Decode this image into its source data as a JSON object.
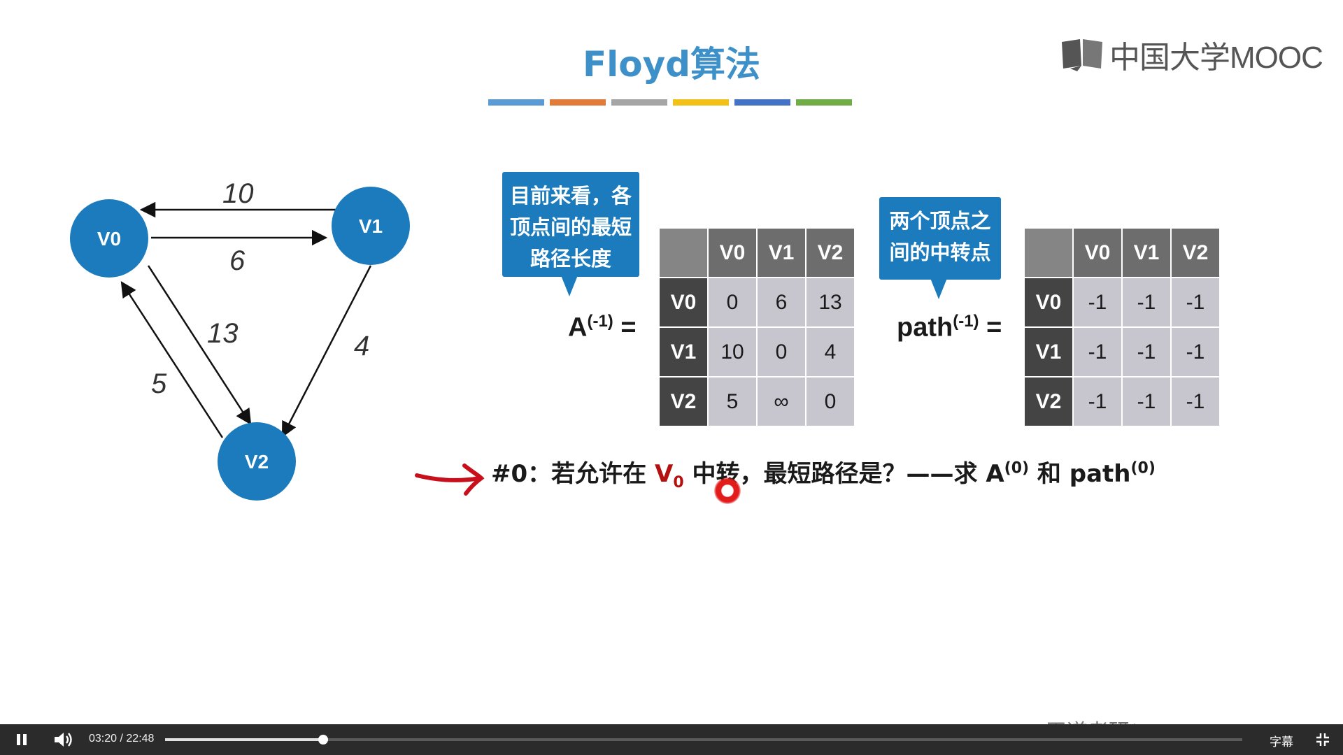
{
  "slide": {
    "title": "Floyd算法",
    "color_bar": [
      "#5b9bd5",
      "#e07b39",
      "#a5a5a5",
      "#f2c118",
      "#4472c4",
      "#70ad47"
    ],
    "logo_text": "中国大学MOOC",
    "watermark": "王道考研/CSKAOYAN.COM"
  },
  "graph": {
    "nodes": [
      {
        "id": "V0",
        "label": "V0"
      },
      {
        "id": "V1",
        "label": "V1"
      },
      {
        "id": "V2",
        "label": "V2"
      }
    ],
    "edges": [
      {
        "from": "V1",
        "to": "V0",
        "weight": "10"
      },
      {
        "from": "V0",
        "to": "V1",
        "weight": "6"
      },
      {
        "from": "V0",
        "to": "V2",
        "weight": "13"
      },
      {
        "from": "V1",
        "to": "V2",
        "weight": "4"
      },
      {
        "from": "V2",
        "to": "V0",
        "weight": "5"
      }
    ],
    "node_color": "#1b7bbd"
  },
  "callout_left": {
    "text": "目前来看，各顶点间的最短路径长度"
  },
  "callout_right": {
    "text": "两个顶点之间的中转点"
  },
  "matrix_a": {
    "label_base": "A",
    "label_sup": "(-1)",
    "equals": "=",
    "col_headers": [
      "V0",
      "V1",
      "V2"
    ],
    "rows": [
      {
        "header": "V0",
        "cells": [
          "0",
          "6",
          "13"
        ]
      },
      {
        "header": "V1",
        "cells": [
          "10",
          "0",
          "4"
        ]
      },
      {
        "header": "V2",
        "cells": [
          "5",
          "∞",
          "0"
        ]
      }
    ]
  },
  "matrix_path": {
    "label_base": "path",
    "label_sup": "(-1)",
    "equals": "=",
    "col_headers": [
      "V0",
      "V1",
      "V2"
    ],
    "rows": [
      {
        "header": "V0",
        "cells": [
          "-1",
          "-1",
          "-1"
        ]
      },
      {
        "header": "V1",
        "cells": [
          "-1",
          "-1",
          "-1"
        ]
      },
      {
        "header": "V2",
        "cells": [
          "-1",
          "-1",
          "-1"
        ]
      }
    ]
  },
  "question": {
    "prefix": "#0：若允许在 ",
    "v_base": "V",
    "v_sub": "0",
    "middle": " 中转，最短路径是？——求 ",
    "a_base": "A",
    "a_sup": "(0)",
    "and": " 和 ",
    "path_base": "path",
    "path_sup": "(0)"
  },
  "player": {
    "current_time": "03:20",
    "separator": "/",
    "total_time": "22:48",
    "progress": 0.1465,
    "subtitle_label": "字幕"
  }
}
